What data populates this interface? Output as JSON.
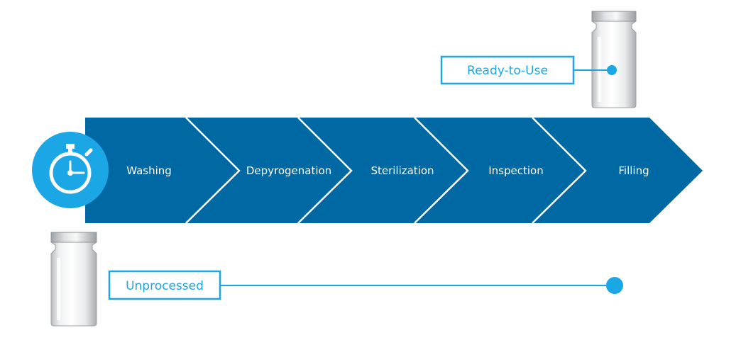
{
  "process": {
    "steps": [
      "Washing",
      "Depyrogenation",
      "Sterilization",
      "Inspection",
      "Filling"
    ]
  },
  "tags": {
    "ready": "Ready-to-Use",
    "unprocessed": "Unprocessed"
  },
  "icons": {
    "timer": "stopwatch-icon",
    "vial": "glass-vial-icon"
  },
  "colors": {
    "band": "#0068a3",
    "accent": "#1ba6e6",
    "divider": "#ffffff"
  }
}
